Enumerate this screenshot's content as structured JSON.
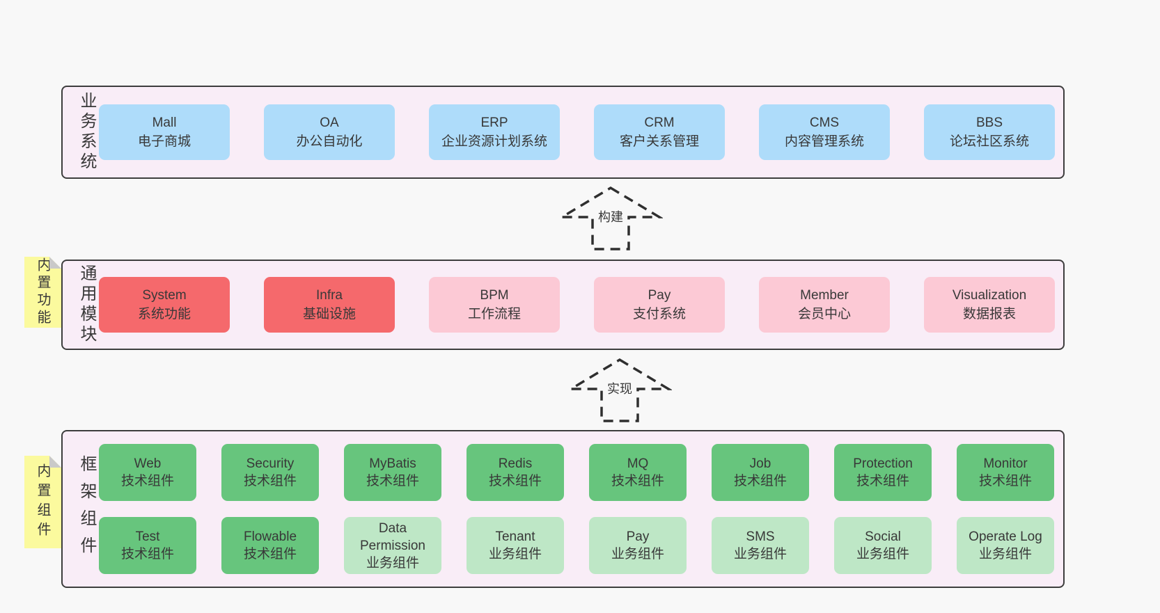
{
  "colors": {
    "page_bg": "#F8F8F8",
    "band_bg": "#F9EDF7",
    "band_border": "#3D3D3D",
    "blue": "#AEDCFA",
    "red": "#F5696C",
    "pink": "#FCC9D5",
    "green_dark": "#67C57D",
    "green_light": "#BEE7C6",
    "sticky_yellow": "#FBFA9E",
    "sticky_fold": "#C9C9C9",
    "text": "#383838",
    "arrow": "#2F2F2F"
  },
  "bands": [
    {
      "label": "业务系统",
      "rows": [
        [
          {
            "en": "Mall",
            "cn": "电子商城",
            "variant": "blue"
          },
          {
            "en": "OA",
            "cn": "办公自动化",
            "variant": "blue"
          },
          {
            "en": "ERP",
            "cn": "企业资源计划系统",
            "variant": "blue"
          },
          {
            "en": "CRM",
            "cn": "客户关系管理",
            "variant": "blue"
          },
          {
            "en": "CMS",
            "cn": "内容管理系统",
            "variant": "blue"
          },
          {
            "en": "BBS",
            "cn": "论坛社区系统",
            "variant": "blue"
          }
        ]
      ]
    },
    {
      "label": "通用模块",
      "sticky": "内置功能",
      "rows": [
        [
          {
            "en": "System",
            "cn": "系统功能",
            "variant": "red"
          },
          {
            "en": "Infra",
            "cn": "基础设施",
            "variant": "red"
          },
          {
            "en": "BPM",
            "cn": "工作流程",
            "variant": "pink"
          },
          {
            "en": "Pay",
            "cn": "支付系统",
            "variant": "pink"
          },
          {
            "en": "Member",
            "cn": "会员中心",
            "variant": "pink"
          },
          {
            "en": "Visualization",
            "cn": "数据报表",
            "variant": "pink"
          }
        ]
      ]
    },
    {
      "label": "框架组件",
      "sticky": "内置组件",
      "rows": [
        [
          {
            "en": "Web",
            "cn": "技术组件",
            "variant": "green-dark"
          },
          {
            "en": "Security",
            "cn": "技术组件",
            "variant": "green-dark"
          },
          {
            "en": "MyBatis",
            "cn": "技术组件",
            "variant": "green-dark"
          },
          {
            "en": "Redis",
            "cn": "技术组件",
            "variant": "green-dark"
          },
          {
            "en": "MQ",
            "cn": "技术组件",
            "variant": "green-dark"
          },
          {
            "en": "Job",
            "cn": "技术组件",
            "variant": "green-dark"
          },
          {
            "en": "Protection",
            "cn": "技术组件",
            "variant": "green-dark"
          },
          {
            "en": "Monitor",
            "cn": "技术组件",
            "variant": "green-dark"
          }
        ],
        [
          {
            "en": "Test",
            "cn": "技术组件",
            "variant": "green-dark"
          },
          {
            "en": "Flowable",
            "cn": "技术组件",
            "variant": "green-dark"
          },
          {
            "en": "Data Permission",
            "cn": "业务组件",
            "variant": "green-light"
          },
          {
            "en": "Tenant",
            "cn": "业务组件",
            "variant": "green-light"
          },
          {
            "en": "Pay",
            "cn": "业务组件",
            "variant": "green-light"
          },
          {
            "en": "SMS",
            "cn": "业务组件",
            "variant": "green-light"
          },
          {
            "en": "Social",
            "cn": "业务组件",
            "variant": "green-light"
          },
          {
            "en": "Operate Log",
            "cn": "业务组件",
            "variant": "green-light"
          }
        ]
      ]
    }
  ],
  "arrows": [
    {
      "label": "构建"
    },
    {
      "label": "实现"
    }
  ]
}
